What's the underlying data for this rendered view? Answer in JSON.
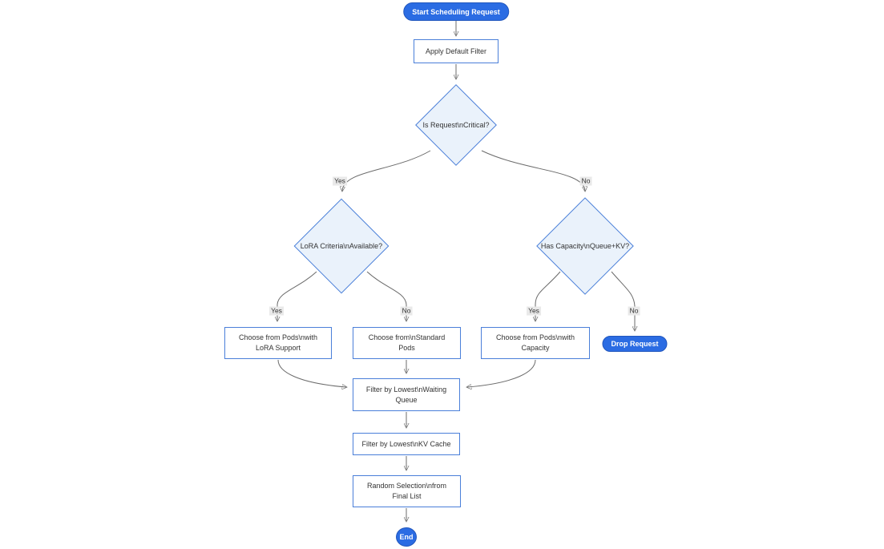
{
  "diagram": {
    "type": "flowchart",
    "direction": "top-down",
    "background": "#ffffff"
  },
  "nodes": {
    "start": {
      "shape": "stadium",
      "label": "Start Scheduling Request"
    },
    "apply_filter": {
      "shape": "rect",
      "label": "Apply Default Filter"
    },
    "is_critical": {
      "shape": "diamond",
      "label": "Is Request\\nCritical?"
    },
    "lora_criteria": {
      "shape": "diamond",
      "label": "LoRA Criteria\\nAvailable?"
    },
    "has_capacity": {
      "shape": "diamond",
      "label": "Has Capacity\\nQueue+KV?"
    },
    "choose_lora": {
      "shape": "rect",
      "lines": [
        "Choose from Pods\\nwith",
        "LoRA Support"
      ]
    },
    "choose_standard": {
      "shape": "rect",
      "lines": [
        "Choose from\\nStandard",
        "Pods"
      ]
    },
    "choose_capacity": {
      "shape": "rect",
      "lines": [
        "Choose from Pods\\nwith",
        "Capacity"
      ]
    },
    "drop_request": {
      "shape": "stadium",
      "label": "Drop Request"
    },
    "filter_waiting": {
      "shape": "rect",
      "lines": [
        "Filter by Lowest\\nWaiting",
        "Queue"
      ]
    },
    "filter_kv": {
      "shape": "rect",
      "label": "Filter by Lowest\\nKV Cache"
    },
    "random_selection": {
      "shape": "rect",
      "lines": [
        "Random Selection\\nfrom",
        "Final List"
      ]
    },
    "end": {
      "shape": "circle",
      "label": "End"
    }
  },
  "edge_labels": {
    "critical_yes": "Yes",
    "critical_no": "No",
    "lora_yes": "Yes",
    "lora_no": "No",
    "capacity_yes": "Yes",
    "capacity_no": "No"
  },
  "colors": {
    "accent_blue": "#2b6ce3",
    "node_border": "#4a7fd9",
    "diamond_fill": "#eaf2fb",
    "rect_fill": "#ffffff",
    "edge_line": "#6b6b6b",
    "arrowhead": "#383838",
    "edge_label_bg": "#e9e9e9",
    "text": "#333333",
    "pill_text": "#ffffff"
  }
}
